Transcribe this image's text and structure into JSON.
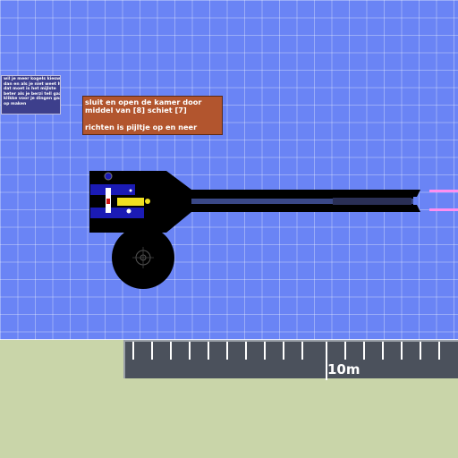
{
  "help_small": {
    "lines": [
      "wil je meer kogels kiesw ce",
      "dan en als je niet weet hoe",
      "dat moet is het mijlste",
      "beter als je berzi tell gaat",
      "klikke voor je dingen gaat",
      "op maken"
    ]
  },
  "help_main": {
    "lines": [
      "sluit en open de kamer door",
      "middel van [8] schiet [7]",
      "",
      "richten is pijltje op en neer"
    ]
  },
  "ruler": {
    "label": "10m"
  },
  "colors": {
    "sky": "#6a84f5",
    "ground": "#c9d5a9",
    "cannon_body": "#000000",
    "breech_blue": "#1b1bb5",
    "shell_yellow": "#f0e020",
    "laser_pink": "#ff8ff0",
    "help_main_bg": "#b2552e",
    "help_small_bg": "#3d3f8c",
    "ruler_bg": "#4b515c"
  },
  "icons": {
    "wheel": "wheel-icon",
    "crosshair": "crosshair-icon",
    "laser": "laser-beam"
  }
}
